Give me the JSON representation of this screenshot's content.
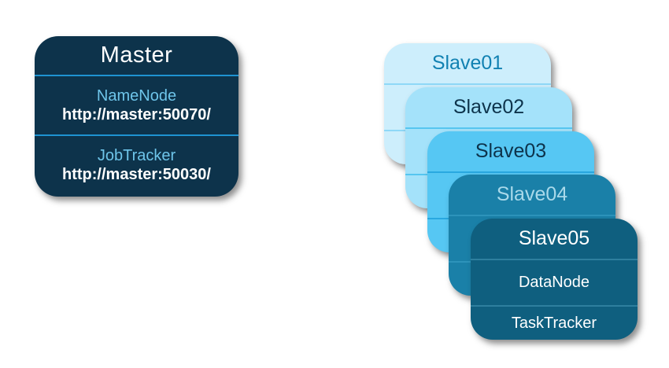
{
  "master": {
    "title": "Master",
    "services": [
      {
        "name": "NameNode",
        "url": "http://master:50070/"
      },
      {
        "name": "JobTracker",
        "url": "http://master:50030/"
      }
    ]
  },
  "slaves": {
    "services": [
      "DataNode",
      "TaskTracker"
    ],
    "nodes": [
      {
        "label": "Slave01",
        "bg": "#cdeefc",
        "title_color": "#1181b2",
        "divider_color": "#8fd8f7"
      },
      {
        "label": "Slave02",
        "bg": "#a4e2fa",
        "title_color": "#0d334b",
        "divider_color": "#56c6f0"
      },
      {
        "label": "Slave03",
        "bg": "#56c7f3",
        "title_color": "#0d334b",
        "divider_color": "#29a8e0"
      },
      {
        "label": "Slave04",
        "bg": "#1a80a8",
        "title_color": "#a9d9ea",
        "divider_color": "#2d93ba"
      },
      {
        "label": "Slave05",
        "bg": "#0f5f7f",
        "title_color": "#ffffff",
        "divider_color": "#2e7f9e"
      }
    ]
  },
  "colors": {
    "background": "#ffffff",
    "master_bg": "#0d334b",
    "master_divider": "#1e93d1",
    "master_service_label": "#6ec5ea",
    "master_text": "#ffffff"
  }
}
